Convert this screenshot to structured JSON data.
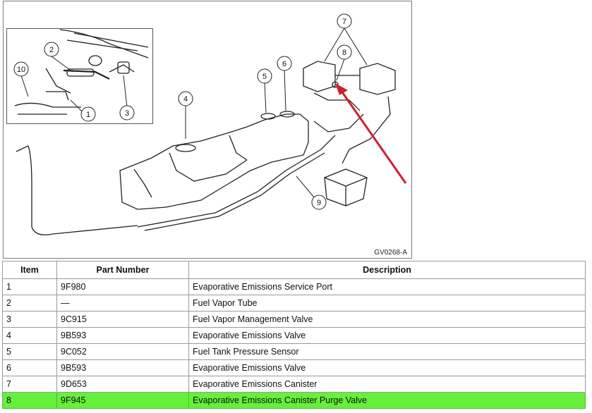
{
  "figure": {
    "code": "GV0268-A",
    "callouts": [
      "1",
      "2",
      "3",
      "4",
      "5",
      "6",
      "7",
      "8",
      "9",
      "10"
    ],
    "arrow_color": "#d0202a"
  },
  "table": {
    "headers": {
      "item": "Item",
      "part_number": "Part Number",
      "description": "Description"
    },
    "rows": [
      {
        "item": "1",
        "part_number": "9F980",
        "description": "Evaporative Emissions Service Port"
      },
      {
        "item": "2",
        "part_number": "—",
        "description": "Fuel Vapor Tube"
      },
      {
        "item": "3",
        "part_number": "9C915",
        "description": "Fuel Vapor Management Valve"
      },
      {
        "item": "4",
        "part_number": "9B593",
        "description": "Evaporative Emissions Valve"
      },
      {
        "item": "5",
        "part_number": "9C052",
        "description": "Fuel Tank Pressure Sensor"
      },
      {
        "item": "6",
        "part_number": "9B593",
        "description": "Evaporative Emissions Valve"
      },
      {
        "item": "7",
        "part_number": "9D653",
        "description": "Evaporative Emissions Canister"
      },
      {
        "item": "8",
        "part_number": "9F945",
        "description": "Evaporative Emissions Canister Purge Valve"
      }
    ],
    "highlight_row": "8",
    "highlight_color": "#66f03c"
  }
}
